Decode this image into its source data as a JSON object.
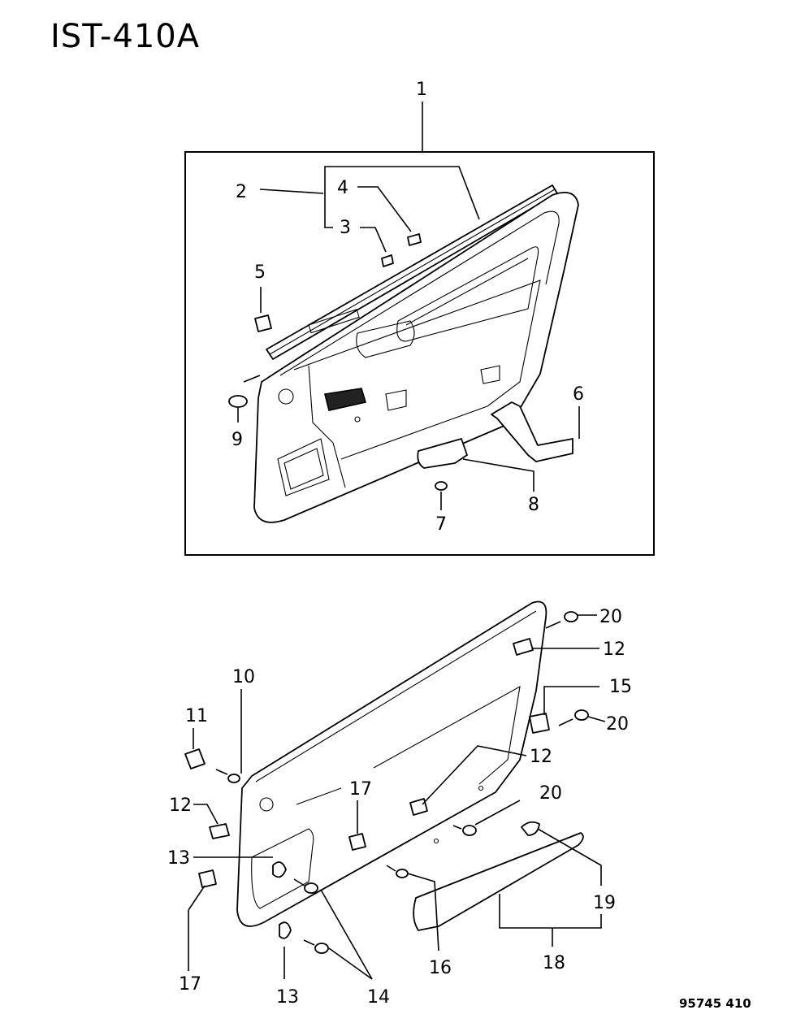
{
  "diagram": {
    "title": "IST-410A",
    "doc_number": "95745  410",
    "callouts": [
      "1",
      "2",
      "3",
      "4",
      "5",
      "6",
      "7",
      "8",
      "9",
      "10",
      "11",
      "12",
      "12",
      "12",
      "13",
      "13",
      "14",
      "15",
      "16",
      "17",
      "17",
      "18",
      "19",
      "20",
      "20",
      "20"
    ]
  }
}
